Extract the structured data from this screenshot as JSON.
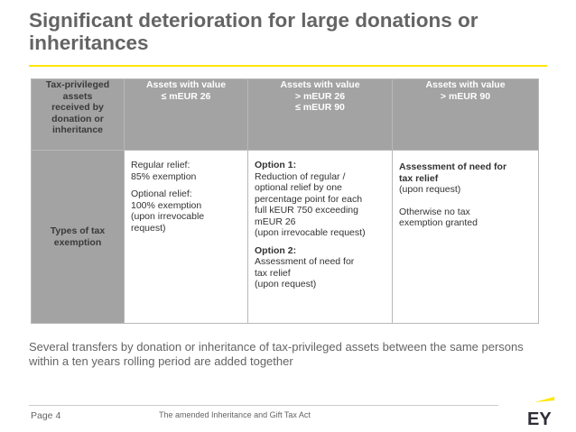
{
  "title": "Significant deterioration for large donations or inheritances",
  "table": {
    "header_corner": [
      "Tax-privileged",
      "assets",
      "received by",
      "donation or",
      "inheritance"
    ],
    "columns": [
      [
        "Assets with value",
        "≤ mEUR 26"
      ],
      [
        "Assets with value",
        "> mEUR 26",
        "≤ mEUR 90"
      ],
      [
        "Assets with value",
        "> mEUR 90"
      ]
    ],
    "row_label": [
      "Types of tax",
      "exemption"
    ],
    "col1": {
      "p1": [
        "Regular relief:",
        "85% exemption"
      ],
      "p2": [
        "Optional relief:",
        "100% exemption",
        "(upon irrevocable",
        "request)"
      ]
    },
    "col2": {
      "option1_title": "Option 1:",
      "option1_lines": [
        "Reduction of regular /",
        "optional relief by one",
        "percentage point for each",
        "full kEUR 750 exceeding",
        "mEUR 26",
        "(upon irrevocable request)"
      ],
      "option2_title": "Option 2:",
      "option2_lines": [
        "Assessment of need for",
        "tax relief",
        "(upon request)"
      ]
    },
    "col3": {
      "title_lines": [
        "Assessment of need for",
        "tax relief"
      ],
      "line1": "(upon request)",
      "rest_lines": [
        "Otherwise no tax",
        "exemption granted"
      ]
    }
  },
  "footnote": "Several transfers by donation or inheritance of tax-privileged assets between the same persons within a ten years rolling period are added together",
  "footer": {
    "page": "Page 4",
    "doc_name": "The amended Inheritance and Gift Tax Act",
    "logo_text": "EY"
  },
  "colors": {
    "accent_yellow": "#ffe600",
    "header_gray": "#a3a3a3",
    "title_gray": "#646464"
  }
}
